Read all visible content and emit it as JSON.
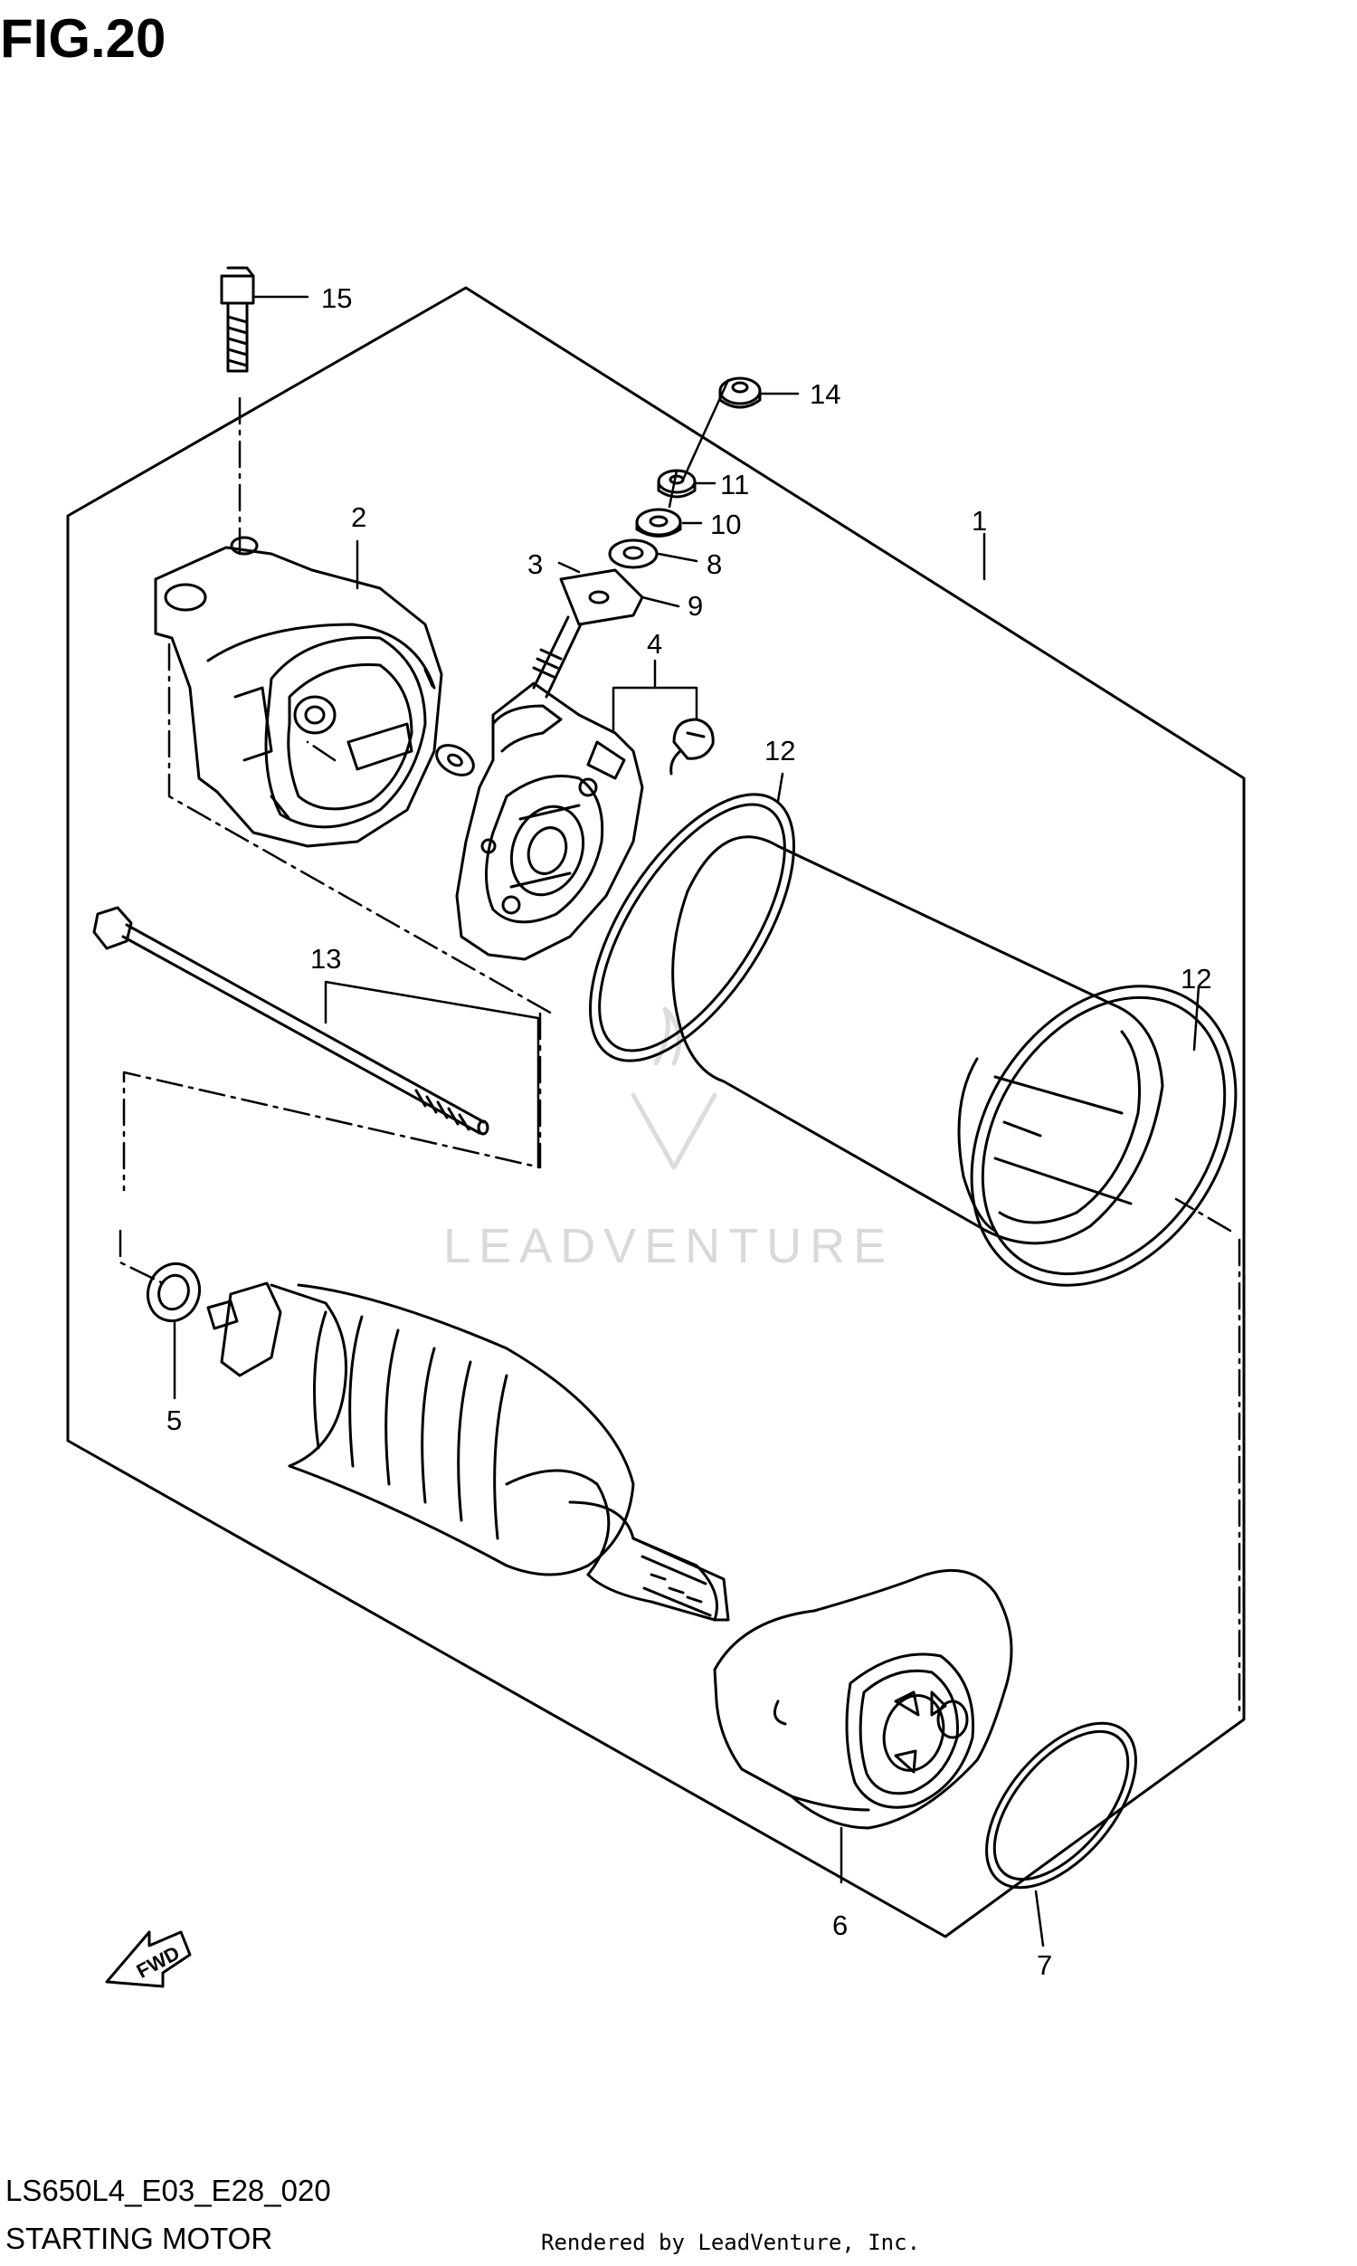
{
  "figure": {
    "number_label": "FIG.20",
    "code": "LS650L4_E03_E28_020",
    "caption": "STARTING MOTOR",
    "rendered_by": "Rendered by LeadVenture, Inc."
  },
  "watermark": {
    "text": "LEADVENTURE"
  },
  "fwd_label": "FWD",
  "callouts": [
    {
      "id": "1",
      "label": "1"
    },
    {
      "id": "2",
      "label": "2"
    },
    {
      "id": "3",
      "label": "3"
    },
    {
      "id": "4",
      "label": "4"
    },
    {
      "id": "5",
      "label": "5"
    },
    {
      "id": "6",
      "label": "6"
    },
    {
      "id": "7",
      "label": "7"
    },
    {
      "id": "8",
      "label": "8"
    },
    {
      "id": "9",
      "label": "9"
    },
    {
      "id": "10",
      "label": "10"
    },
    {
      "id": "11",
      "label": "11"
    },
    {
      "id": "12a",
      "label": "12"
    },
    {
      "id": "12b",
      "label": "12"
    },
    {
      "id": "13",
      "label": "13"
    },
    {
      "id": "14",
      "label": "14"
    },
    {
      "id": "15",
      "label": "15"
    }
  ],
  "parts": [
    {
      "number": "1",
      "icon": "starter-assembly-outline"
    },
    {
      "number": "2",
      "icon": "rear-housing"
    },
    {
      "number": "3",
      "icon": "washer"
    },
    {
      "number": "4",
      "icon": "brush-holder"
    },
    {
      "number": "5",
      "icon": "thrust-washer"
    },
    {
      "number": "6",
      "icon": "front-housing"
    },
    {
      "number": "7",
      "icon": "o-ring"
    },
    {
      "number": "8",
      "icon": "washer"
    },
    {
      "number": "9",
      "icon": "terminal-plate"
    },
    {
      "number": "10",
      "icon": "washer"
    },
    {
      "number": "11",
      "icon": "nut"
    },
    {
      "number": "12",
      "icon": "o-ring"
    },
    {
      "number": "13",
      "icon": "through-bolt"
    },
    {
      "number": "14",
      "icon": "nut"
    },
    {
      "number": "15",
      "icon": "bolt"
    }
  ]
}
